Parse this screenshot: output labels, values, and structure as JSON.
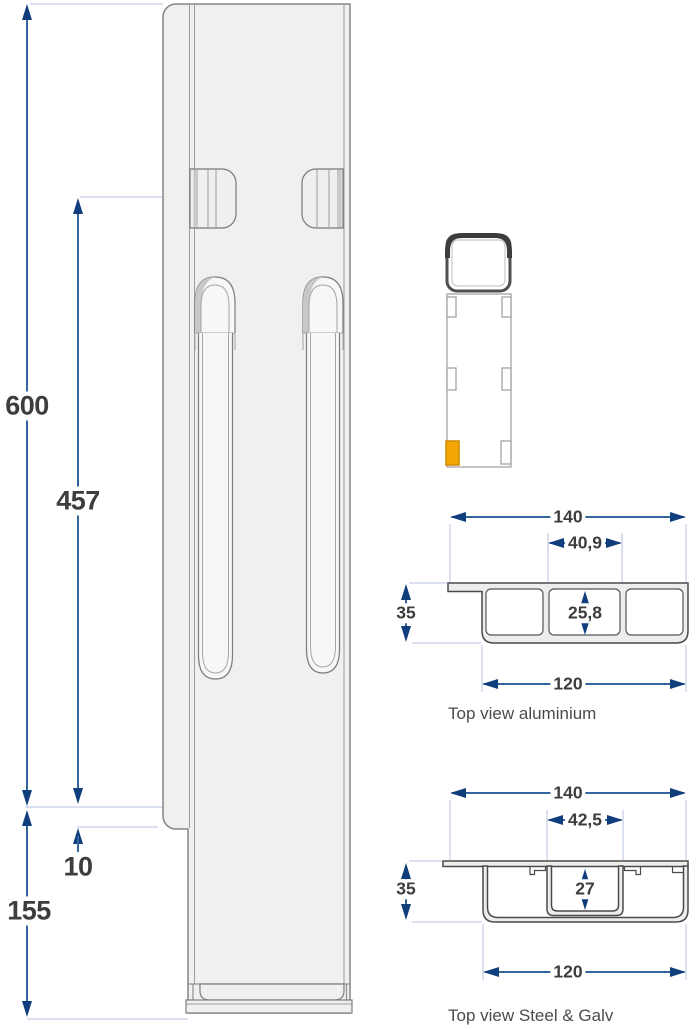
{
  "side_view": {
    "dim_total_height": "600",
    "dim_upper_height": "457",
    "dim_overlap": "10",
    "dim_lower_height": "155"
  },
  "aluminium": {
    "caption": "Top view aluminium",
    "dim_outer_width": "140",
    "dim_center_width": "40,9",
    "dim_height": "35",
    "dim_center_height": "25,8",
    "dim_inner_width": "120"
  },
  "steel": {
    "caption": "Top view Steel & Galv",
    "dim_outer_width": "140",
    "dim_center_width": "42,5",
    "dim_height": "35",
    "dim_center_height": "27",
    "dim_inner_width": "120"
  },
  "colors": {
    "dimension_line": "#33659f",
    "arrowhead": "#103e7c",
    "extension_line": "#c5cde8",
    "highlight": "#f3a504",
    "label_text": "#3d3d3d"
  }
}
